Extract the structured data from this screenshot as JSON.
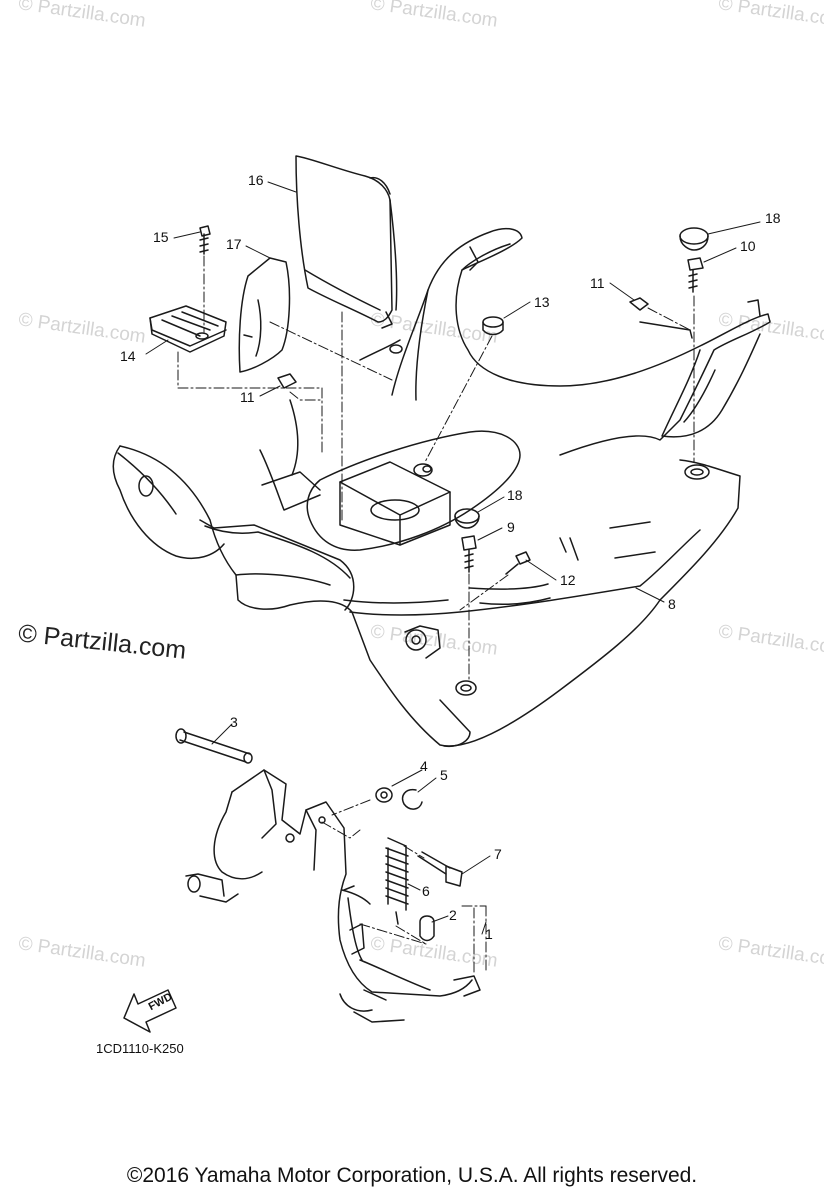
{
  "watermark": "© Partzilla.com",
  "watermark_bold": "© Partzilla.com",
  "callouts": [
    "16",
    "17",
    "15",
    "14",
    "11",
    "13",
    "11",
    "18",
    "10",
    "18",
    "9",
    "12",
    "8",
    "3",
    "4",
    "5",
    "7",
    "6",
    "2",
    "1"
  ],
  "fwd_label": "FWD",
  "diagram_code": "1CD1110-K250",
  "copyright": "©2016  Yamaha Motor Corporation, U.S.A. All rights reserved."
}
